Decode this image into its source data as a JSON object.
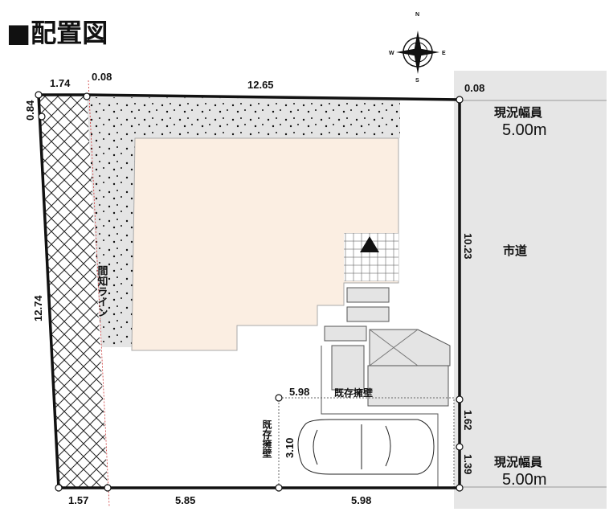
{
  "title": "■配置図",
  "compass": {
    "n": "N",
    "s": "S",
    "e": "E",
    "w": "W"
  },
  "road": {
    "width_label_top": "現況幅員",
    "width_value_top": "5.00m",
    "name": "市道",
    "width_label_bottom": "現況幅員",
    "width_value_bottom": "5.00m"
  },
  "dimensions": {
    "top_left": "1.74",
    "top_small": "0.08",
    "top_main": "12.65",
    "top_right": "0.08",
    "left_top": "0.84",
    "left_main": "12.74",
    "right_main": "10.23",
    "right_mid": "1.62",
    "right_bottom": "1.39",
    "bottom_left": "1.57",
    "bottom_mid": "5.85",
    "bottom_right": "5.98",
    "parking_top": "5.98",
    "parking_side": "3.10"
  },
  "labels": {
    "retaining_line": "間知ライン",
    "existing_wall_top": "既存擁壁",
    "existing_wall_side": "既存擁壁"
  },
  "colors": {
    "building": "#fbeee2",
    "road": "#e6e6e6",
    "gravel": "#e4e4e4"
  }
}
